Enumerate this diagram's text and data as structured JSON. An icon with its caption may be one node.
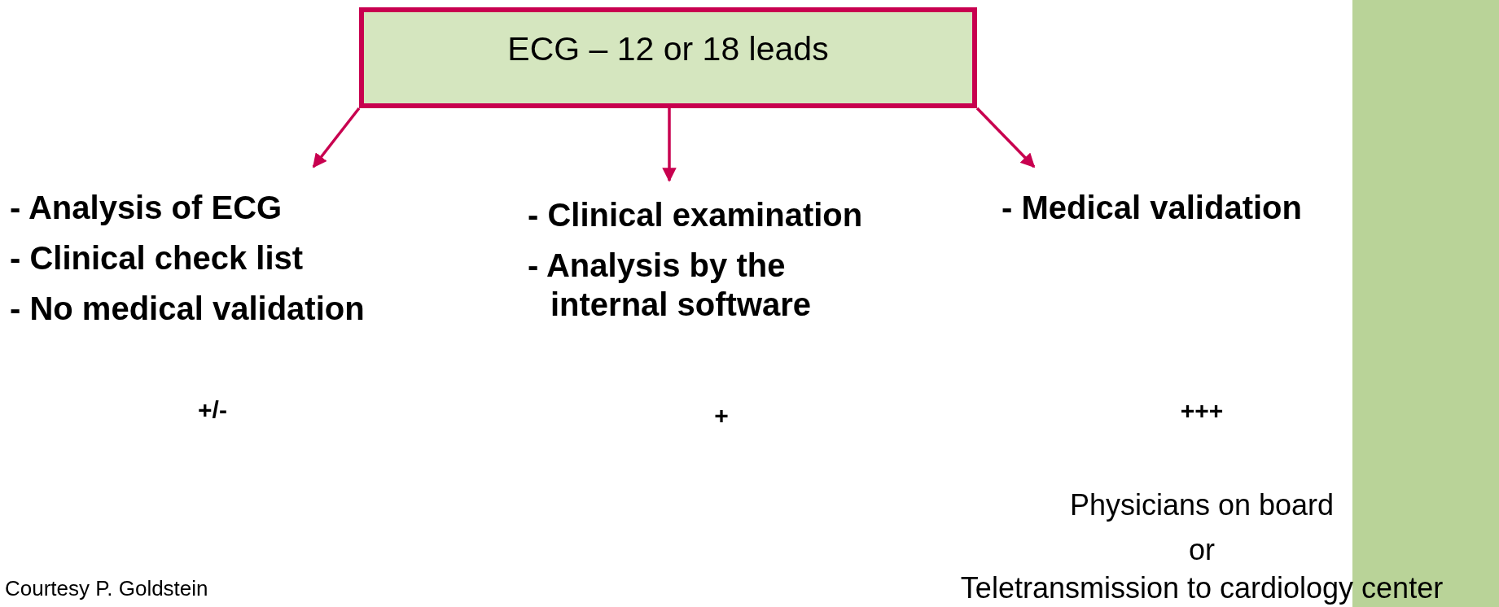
{
  "diagram": {
    "nodes": [
      {
        "text": [
          "ECG – 12 or 18 leads"
        ]
      },
      {
        "text": [
          "- Analysis of ECG",
          "- Clinical check list",
          "- No medical validation"
        ]
      },
      {
        "text": [
          "- Clinical examination",
          "- Analysis by the internal software"
        ]
      },
      {
        "text": [
          "- Medical validation"
        ]
      },
      {
        "text": [],
        "shape": "bar"
      }
    ],
    "edges": [
      {
        "from": 0,
        "to": 1,
        "arrow": "to"
      },
      {
        "from": 0,
        "to": 2,
        "arrow": "to"
      },
      {
        "from": 0,
        "to": 3,
        "arrow": "to"
      }
    ],
    "labels": [
      "+/-",
      "+",
      "+++",
      "Physicians on board",
      "or",
      "Teletransmission to cardiology center",
      "Courtesy P. Goldstein"
    ]
  }
}
